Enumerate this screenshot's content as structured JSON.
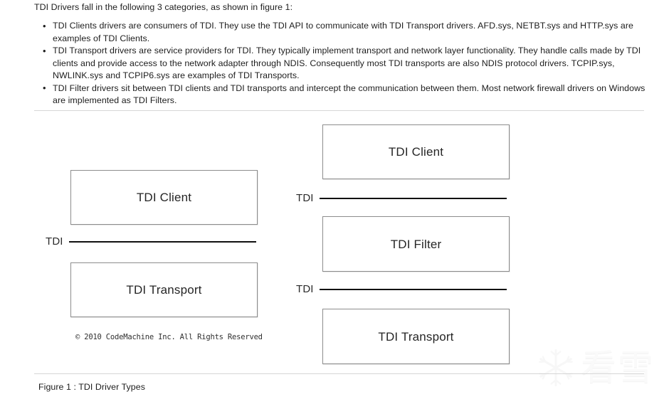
{
  "document": {
    "intro": "TDI Drivers fall in the following 3 categories, as shown in figure 1:",
    "bullets": [
      "TDI Clients drivers are consumers of TDI. They use the TDI API to communicate with TDI Transport drivers. AFD.sys, NETBT.sys and HTTP.sys are examples of TDI Clients.",
      "TDI Transport drivers are service providers for TDI. They typically implement transport and network layer functionality. They handle calls made by TDI clients and provide access to the network adapter through NDIS. Consequently most TDI transports are also NDIS protocol drivers. TCPIP.sys, NWLINK.sys and TCPIP6.sys are examples of TDI Transports.",
      "TDI Filter drivers sit between TDI clients and TDI transports and intercept the communication between them. Most network firewall drivers on Windows are implemented as TDI Filters."
    ],
    "caption": "Figure 1 : TDI Driver Types"
  },
  "figure": {
    "left_column": {
      "client_box": "TDI Client",
      "transport_box": "TDI Transport",
      "interface_label": "TDI",
      "copyright": "© 2010 CodeMachine Inc. All Rights Reserved"
    },
    "right_column": {
      "client_box": "TDI Client",
      "filter_box": "TDI Filter",
      "transport_box": "TDI Transport",
      "interface_label_top": "TDI",
      "interface_label_bottom": "TDI"
    }
  },
  "watermark": {
    "icon": "snowflake-icon",
    "text": "看雪"
  },
  "colors": {
    "text": "#1d1d1d",
    "box_border": "#8d8d8d",
    "interface_line": "#111111",
    "rule": "#d6d6d6",
    "watermark": "#fafafa"
  }
}
